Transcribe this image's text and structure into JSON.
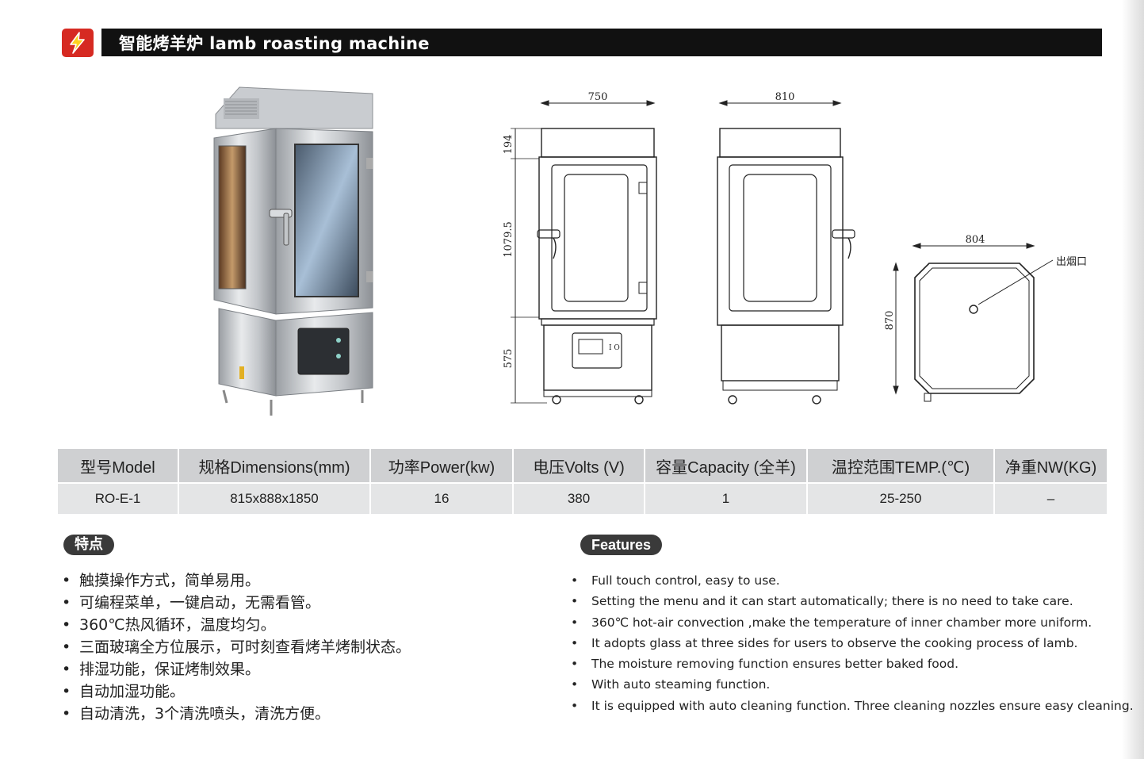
{
  "header": {
    "title": "智能烤羊炉 lamb roasting machine",
    "logo_icon": "lightning-bolt-icon",
    "accent_color": "#d62a22"
  },
  "drawing": {
    "front_width": "750",
    "side_width": "810",
    "top_height": "194",
    "cabinet_height": "1079.5",
    "base_height": "575",
    "plan_width": "804",
    "plan_depth": "870",
    "chimney_label": "出烟口"
  },
  "spec_table": {
    "headers": [
      "型号Model",
      "规格Dimensions(mm)",
      "功率Power(kw)",
      "电压Volts (V)",
      "容量Capacity (全羊)",
      "温控范围TEMP.(℃)",
      "净重NW(KG)"
    ],
    "rows": [
      [
        "RO-E-1",
        "815x888x1850",
        "16",
        "380",
        "1",
        "25-250",
        "–"
      ]
    ]
  },
  "features_cn": {
    "label": "特点",
    "items": [
      "触摸操作方式，简单易用。",
      "可编程菜单，一键启动，无需看管。",
      "360℃热风循环，温度均匀。",
      "三面玻璃全方位展示，可时刻查看烤羊烤制状态。",
      "排湿功能，保证烤制效果。",
      "自动加湿功能。",
      "自动清洗，3个清洗喷头，清洗方便。"
    ]
  },
  "features_en": {
    "label": "Features",
    "items": [
      "Full touch control, easy to use.",
      "Setting the menu and it can start automatically; there is no need to take care.",
      "360℃  hot-air convection ,make the temperature of inner chamber more uniform.",
      "It adopts glass at three sides for users to observe the cooking process of lamb.",
      "The moisture removing function ensures better baked food.",
      "With auto steaming function.",
      "It is equipped with auto cleaning function. Three cleaning nozzles ensure easy cleaning."
    ]
  },
  "bullet": "•"
}
